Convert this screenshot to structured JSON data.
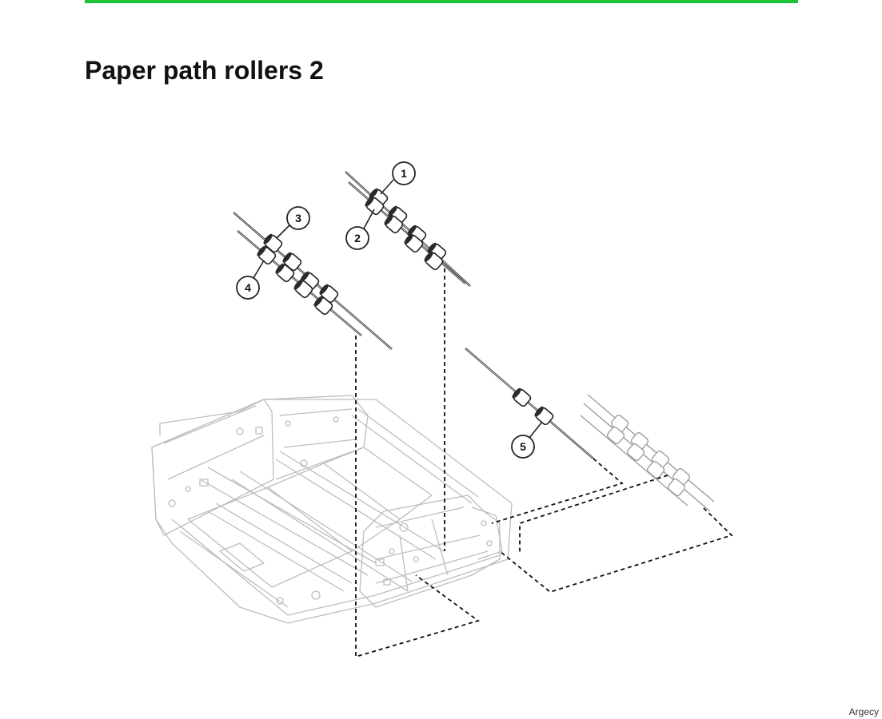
{
  "document": {
    "title": "Paper path rollers 2",
    "accent_color": "#1ec337",
    "watermark": "Argecy"
  },
  "diagram": {
    "callouts": [
      "1",
      "2",
      "3",
      "4",
      "5"
    ]
  }
}
